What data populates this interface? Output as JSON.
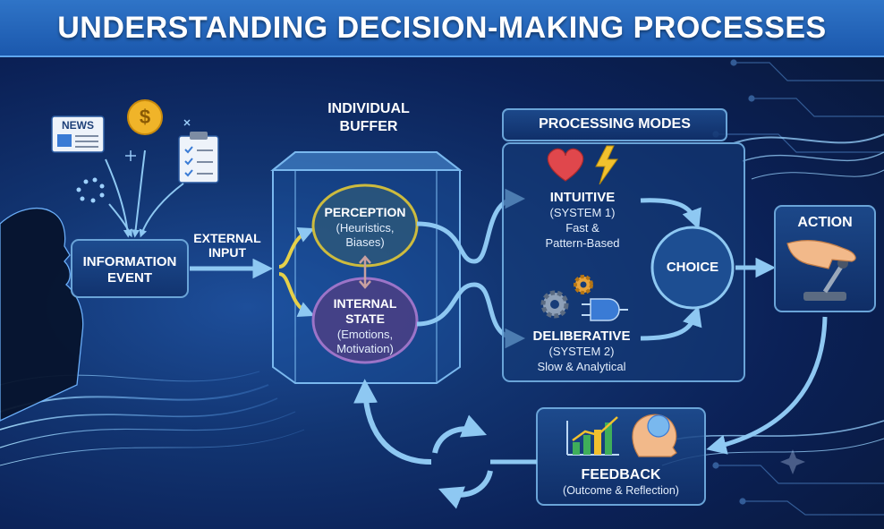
{
  "title": "UNDERSTANDING DECISION-MAKING PROCESSES",
  "info_event": {
    "line1": "INFORMATION",
    "line2": "EVENT"
  },
  "info_icons": {
    "news": "NEWS",
    "dollar": "$"
  },
  "external_input": {
    "line1": "EXTERNAL",
    "line2": "INPUT"
  },
  "buffer": {
    "line1": "INDIVIDUAL",
    "line2": "BUFFER"
  },
  "perception": {
    "title": "PERCEPTION",
    "line1": "(Heuristics,",
    "line2": "Biases)"
  },
  "internal_state": {
    "line1": "INTERNAL",
    "line2": "STATE",
    "line3": "(Emotions,",
    "line4": "Motivation)"
  },
  "processing_modes": {
    "title": "PROCESSING MODES",
    "intuitive": {
      "title": "INTUITIVE",
      "line1": "(SYSTEM 1)",
      "line2": "Fast &",
      "line3": "Pattern-Based"
    },
    "deliberative": {
      "title": "DELIBERATIVE",
      "line1": "(SYSTEM 2)",
      "line2": "Slow & Analytical"
    }
  },
  "choice": "CHOICE",
  "action": "ACTION",
  "feedback": {
    "title": "FEEDBACK",
    "subtitle": "(Outcome & Reflection)"
  },
  "colors": {
    "banner": "#1b58ad",
    "perception": "#cdbb3e",
    "internal_state": "#8a5fb8",
    "arrow": "#8ec8f2",
    "panel_border": "#6aa4d8"
  },
  "icons": [
    "news-icon",
    "dollar-icon",
    "clipboard-icon",
    "person-silhouette-icon",
    "heart-icon",
    "lightning-icon",
    "gear-icon",
    "logic-gate-icon",
    "hand-lever-icon",
    "bar-chart-icon",
    "head-thinking-icon",
    "cycle-arrows-icon"
  ]
}
